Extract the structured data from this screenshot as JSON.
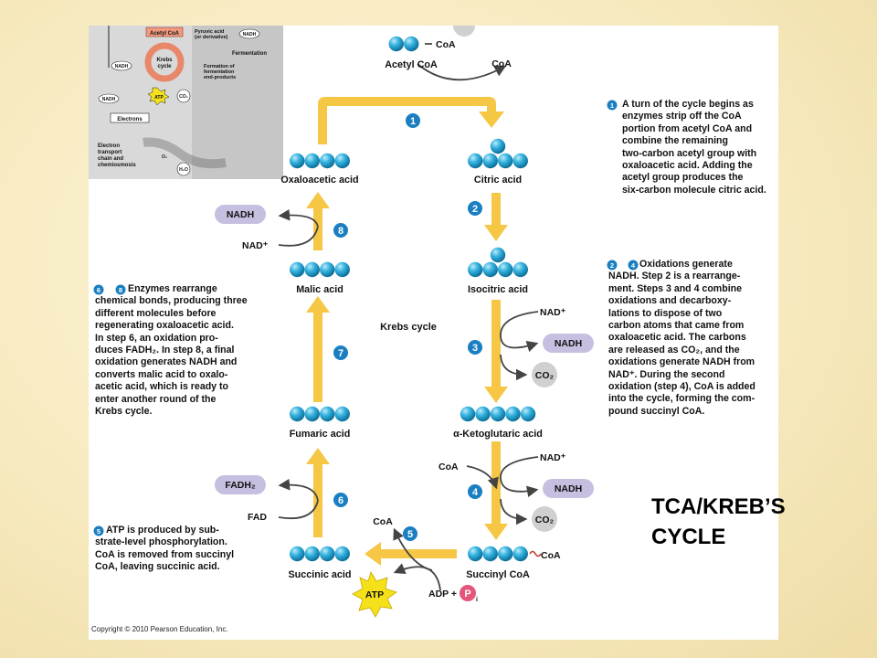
{
  "slide": {
    "title_line1": "TCA/KREB’S",
    "title_line2": "CYCLE"
  },
  "copyright": "Copyright © 2010 Pearson Education, Inc.",
  "cycle_title": "Krebs cycle",
  "molecules": {
    "acetyl_coa": "Acetyl CoA",
    "citric_acid": "Citric acid",
    "isocitric_acid": "Isocitric acid",
    "alpha_ketoglutaric_acid": "α-Ketoglutaric acid",
    "succinyl_coa": "Succinyl CoA",
    "succinic_acid": "Succinic acid",
    "fumaric_acid": "Fumaric acid",
    "malic_acid": "Malic acid",
    "oxaloacetic_acid": "Oxaloacetic acid"
  },
  "side_labels": {
    "coa": "CoA",
    "nad_plus": "NAD⁺",
    "nadh": "NADH",
    "co2": "CO₂",
    "fad": "FAD",
    "fadh2": "FADH₂",
    "atp": "ATP",
    "adp_plus": "ADP +",
    "pi": "P",
    "pi_sub": "i"
  },
  "steps": [
    "1",
    "2",
    "3",
    "4",
    "5",
    "6",
    "7",
    "8"
  ],
  "captions": {
    "step1": [
      "A turn of the cycle begins as",
      "enzymes strip off the CoA",
      "portion from acetyl CoA and",
      "combine the remaining",
      "two-carbon acetyl group with",
      "oxaloacetic acid.  Adding the",
      "acetyl group produces the",
      "six-carbon molecule citric acid."
    ],
    "step2_4": [
      "Oxidations generate",
      "NADH.  Step 2 is a rearrange-",
      "ment.  Steps 3 and 4 combine",
      "oxidations and decarboxy-",
      "lations to dispose of two",
      "carbon atoms that came from",
      "oxaloacetic acid.  The carbons",
      "are released as CO₂, and the",
      "oxidations generate NADH from",
      "NAD⁺. During the second",
      "oxidation (step 4), CoA is added",
      "into the cycle, forming the com-",
      "pound succinyl CoA."
    ],
    "step5": [
      "ATP is produced by sub-",
      "strate-level phosphorylation.",
      "CoA is removed from succinyl",
      "CoA, leaving succinic acid."
    ],
    "step6_8": [
      "Enzymes rearrange",
      "chemical bonds, producing three",
      "different molecules before",
      "regenerating oxaloacetic acid.",
      "In step 6, an oxidation pro-",
      "duces FADH₂.  In step 8, a final",
      "oxidation generates NADH and",
      "converts malic acid to oxalo-",
      "acetic acid, which is ready to",
      "enter another round of the",
      "Krebs cycle."
    ]
  },
  "thumbnail": {
    "acetyl_coa": "Acetyl CoA",
    "krebs": "Krebs",
    "cycle": "cycle",
    "nadh": "NADH",
    "atp": "ATP",
    "co2": "CO₂",
    "electrons": "Electrons",
    "etc": [
      "Electron",
      "transport",
      "chain and",
      "chemiosmosis"
    ],
    "h2o": "H₂O",
    "o2": "O₂",
    "pyruvic": [
      "Pyruvic acid",
      "(or derivative)"
    ],
    "fermentation": "Fermentation",
    "formation": [
      "Formation of",
      "fermentation",
      "end-products"
    ]
  },
  "colors": {
    "sphere": "#1f9fcf",
    "arrow_yellow": "#f6c744",
    "step_circle": "#1a7fc1",
    "nadh_pill": "#c7bfe0",
    "co2_circle": "#d0d0d0",
    "atp_star": "#f5e11a",
    "pi_circle": "#e5567a"
  }
}
